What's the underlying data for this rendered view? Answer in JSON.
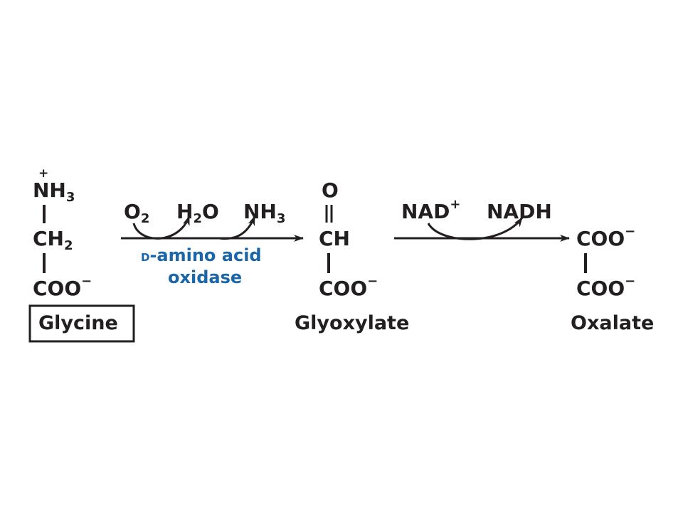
{
  "glycine": {
    "charge": "+",
    "amine": "NH",
    "amine_sub": "3",
    "ch2": "CH",
    "ch2_sub": "2",
    "carboxylate": "COO",
    "carboxylate_charge": "−",
    "name": "Glycine"
  },
  "step1": {
    "o2": "O",
    "o2_sub": "2",
    "h2o_h": "H",
    "h2o_sub": "2",
    "h2o_o": "O",
    "nh3": "NH",
    "nh3_sub": "3",
    "enzyme_prefix": "D",
    "enzyme_line1": "-amino acid",
    "enzyme_line2": "oxidase"
  },
  "glyoxylate": {
    "oxygen": "O",
    "ch": "CH",
    "carboxylate": "COO",
    "carboxylate_charge": "−",
    "name": "Glyoxylate"
  },
  "step2": {
    "nad": "NAD",
    "nad_charge": "+",
    "nadh": "NADH"
  },
  "oxalate": {
    "carboxylate_top": "COO",
    "carboxylate_top_charge": "−",
    "carboxylate_bottom": "COO",
    "carboxylate_bottom_charge": "−",
    "name": "Oxalate"
  },
  "colors": {
    "text": "#231f20",
    "enzyme": "#1a66a8"
  }
}
